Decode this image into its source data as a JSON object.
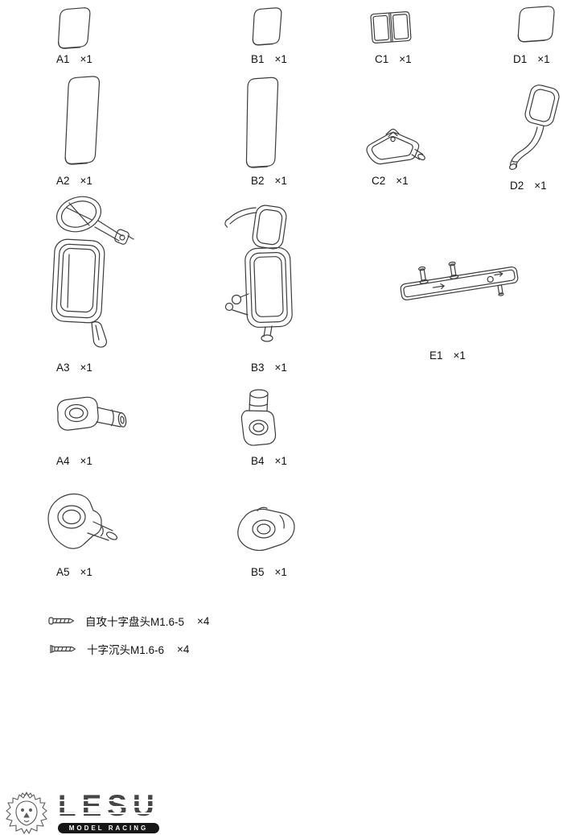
{
  "parts": [
    {
      "id": "A1",
      "qty": "×1"
    },
    {
      "id": "B1",
      "qty": "×1"
    },
    {
      "id": "C1",
      "qty": "×1"
    },
    {
      "id": "D1",
      "qty": "×1"
    },
    {
      "id": "A2",
      "qty": "×1"
    },
    {
      "id": "B2",
      "qty": "×1"
    },
    {
      "id": "C2",
      "qty": "×1"
    },
    {
      "id": "D2",
      "qty": "×1"
    },
    {
      "id": "A3",
      "qty": "×1"
    },
    {
      "id": "B3",
      "qty": "×1"
    },
    {
      "id": "E1",
      "qty": "×1"
    },
    {
      "id": "A4",
      "qty": "×1"
    },
    {
      "id": "B4",
      "qty": "×1"
    },
    {
      "id": "A5",
      "qty": "×1"
    },
    {
      "id": "B5",
      "qty": "×1"
    }
  ],
  "screws": [
    {
      "label": "自攻十字盘头M1.6-5",
      "qty": "×4"
    },
    {
      "label": "十字沉头M1.6-6",
      "qty": "×4"
    }
  ],
  "logo": {
    "name": "LESU",
    "subtitle": "MODEL RACING"
  }
}
